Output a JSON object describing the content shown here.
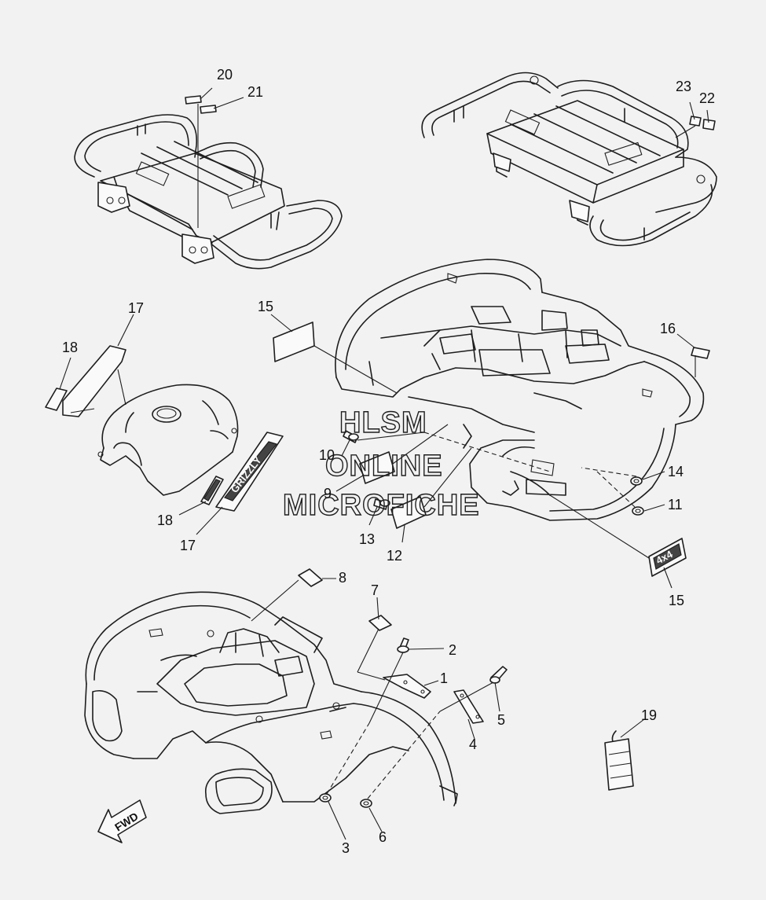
{
  "watermark": {
    "line1": "HLSM",
    "line2": "ONLINE",
    "line3": "MICROFICHE"
  },
  "direction_arrow": {
    "label": "FWD"
  },
  "decal_text": {
    "grizzly": "GRIZZLY",
    "fourbyfour": "4x4"
  },
  "callouts": [
    {
      "id": "c20",
      "label": "20"
    },
    {
      "id": "c21",
      "label": "21"
    },
    {
      "id": "c23",
      "label": "23"
    },
    {
      "id": "c22",
      "label": "22"
    },
    {
      "id": "c17a",
      "label": "17"
    },
    {
      "id": "c18a",
      "label": "18"
    },
    {
      "id": "c15a",
      "label": "15"
    },
    {
      "id": "c16",
      "label": "16"
    },
    {
      "id": "c10",
      "label": "10"
    },
    {
      "id": "c9",
      "label": "9"
    },
    {
      "id": "c13",
      "label": "13"
    },
    {
      "id": "c12",
      "label": "12"
    },
    {
      "id": "c14",
      "label": "14"
    },
    {
      "id": "c11",
      "label": "11"
    },
    {
      "id": "c18b",
      "label": "18"
    },
    {
      "id": "c17b",
      "label": "17"
    },
    {
      "id": "c15b",
      "label": "15"
    },
    {
      "id": "c8",
      "label": "8"
    },
    {
      "id": "c7",
      "label": "7"
    },
    {
      "id": "c2",
      "label": "2"
    },
    {
      "id": "c1",
      "label": "1"
    },
    {
      "id": "c5",
      "label": "5"
    },
    {
      "id": "c4",
      "label": "4"
    },
    {
      "id": "c19",
      "label": "19"
    },
    {
      "id": "c3",
      "label": "3"
    },
    {
      "id": "c6",
      "label": "6"
    }
  ]
}
